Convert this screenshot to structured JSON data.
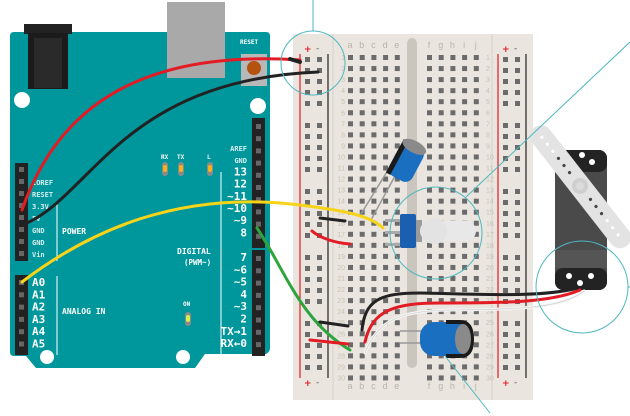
{
  "arduino": {
    "reset_label": "RESET",
    "led_labels": [
      "RX",
      "TX",
      "L"
    ],
    "on_label": "ON",
    "power_section_label": "POWER",
    "analog_section_label": "ANALOG IN",
    "digital_section_label": "DIGITAL",
    "digital_sub_label": "(PWM~)",
    "power_pins": [
      "IOREF",
      "RESET",
      "3.3V",
      "5V",
      "GND",
      "GND",
      "Vin"
    ],
    "analog_pins": [
      "A0",
      "A1",
      "A2",
      "A3",
      "A4",
      "A5"
    ],
    "digital_top_pins": [
      "AREF",
      "GND",
      "13",
      "12",
      "~11",
      "~10",
      "~9",
      "8"
    ],
    "digital_bottom_pins": [
      "7",
      "~6",
      "~5",
      "4",
      "~3",
      "2",
      "TX→1",
      "RX←0"
    ]
  },
  "breadboard": {
    "left_letters": [
      "a",
      "b",
      "c",
      "d",
      "e"
    ],
    "right_letters": [
      "f",
      "g",
      "h",
      "i",
      "j"
    ],
    "rail_plus": "+",
    "rail_minus": "-",
    "row_count": 30
  },
  "components": {
    "potentiometer": "potentiometer",
    "capacitor_top": "electrolytic capacitor",
    "capacitor_bottom": "electrolytic capacitor",
    "servo": "servo motor"
  },
  "colors": {
    "board": "#00979c",
    "board_dark": "#007f84",
    "breadboard": "#eae6df",
    "hole": "#6b6b6b",
    "wire_red": "#e21b24",
    "wire_black": "#222222",
    "wire_yellow": "#f7d319",
    "wire_green": "#2ea43c",
    "wire_white": "#f2f2f2",
    "callout": "#4fb7c0",
    "capacitor": "#1b6fc0",
    "pot_body": "#1a5fb0",
    "servo_body": "#4a4a4a",
    "servo_horn": "#e3e3e3"
  }
}
